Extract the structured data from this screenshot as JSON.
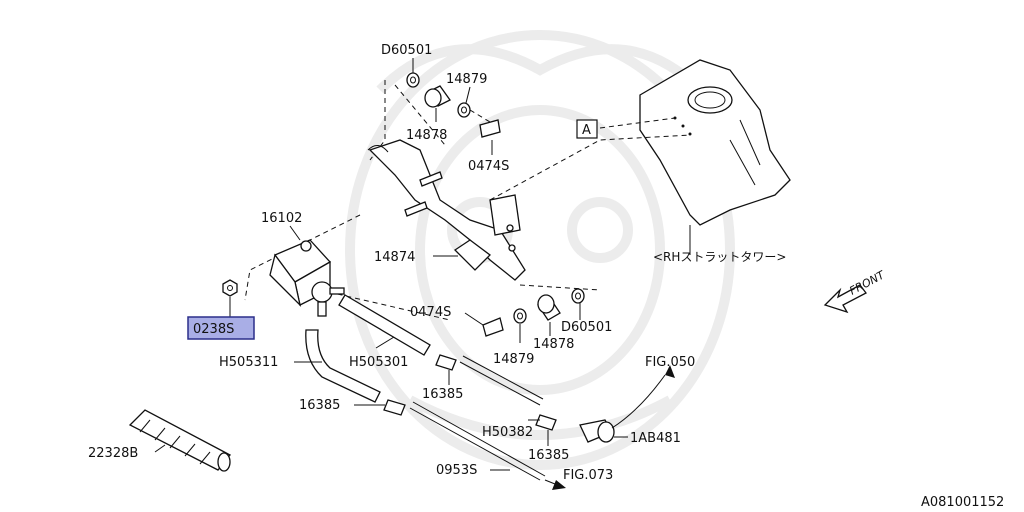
{
  "labels": {
    "d60501_top": "D60501",
    "p14879_top": "14879",
    "p14878_top": "14878",
    "p0474s_top": "0474S",
    "ref_a": "A",
    "p16102": "16102",
    "p14874": "14874",
    "p0474s_mid": "0474S",
    "d60501_mid": "D60501",
    "p14879_mid": "14879",
    "p14878_mid": "14878",
    "p0238s": "0238S",
    "h505311": "H505311",
    "h505301": "H505301",
    "p16385_a": "16385",
    "p16385_b": "16385",
    "h50382": "H50382",
    "p16385_c": "16385",
    "fig050": "FIG.050",
    "p1ab481": "1AB481",
    "p22328b": "22328B",
    "p0953s": "0953S",
    "fig073": "FIG.073",
    "strut_tower": "<RHストラットタワー>",
    "front": "FRONT",
    "diagram_id": "A081001152"
  },
  "colors": {
    "highlight_fill": "#a9aee6",
    "highlight_stroke": "#2b2f8a",
    "line": "#111111",
    "watermark": "#ececec"
  }
}
